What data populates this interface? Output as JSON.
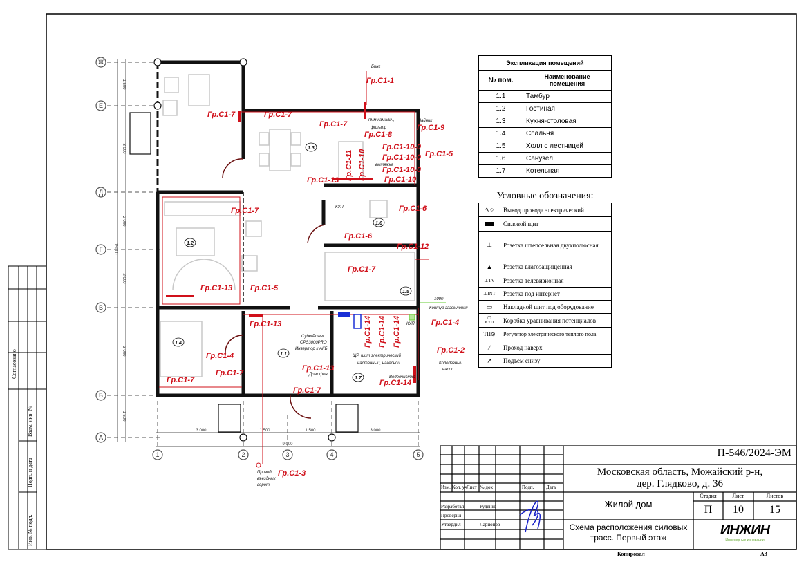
{
  "explication": {
    "title": "Экспликация помещений",
    "col_num": "№ пом.",
    "col_name": "Наименование помещения",
    "rows": [
      {
        "num": "1.1",
        "name": "Тамбур"
      },
      {
        "num": "1.2",
        "name": "Гостиная"
      },
      {
        "num": "1.3",
        "name": "Кухня-столовая"
      },
      {
        "num": "1.4",
        "name": "Спальня"
      },
      {
        "num": "1.5",
        "name": "Холл с лестницей"
      },
      {
        "num": "1.6",
        "name": "Санузел"
      },
      {
        "num": "1.7",
        "name": "Котельная"
      }
    ]
  },
  "legend": {
    "title": "Условные обозначения:",
    "items": [
      {
        "icon": "wire-outlet-icon",
        "label": "Вывод провода электрический"
      },
      {
        "icon": "power-panel-icon",
        "label": "Силовой щит"
      },
      {
        "icon": "double-socket-icon",
        "label": "Розетка штепсельная двухполюсная"
      },
      {
        "icon": "waterproof-socket-icon",
        "label": "Розетка влагозащищенная"
      },
      {
        "icon": "tv-socket-icon",
        "label": "Розетка телевизионная"
      },
      {
        "icon": "internet-socket-icon",
        "label": "Розетка под интернет"
      },
      {
        "icon": "surface-panel-icon",
        "label": "Накладной щит под оборудование"
      },
      {
        "icon": "equipotential-box-icon",
        "label": "Коробка уравнивания потенциалов"
      },
      {
        "icon": "floor-heating-regulator-icon",
        "label": "Регулятор электрического теплого пола"
      },
      {
        "icon": "pass-up-icon",
        "label": "Проход наверх"
      },
      {
        "icon": "rise-from-below-icon",
        "label": "Подъем снизу"
      }
    ],
    "kup_label": "КУП"
  },
  "plan": {
    "axes_letters": [
      "Ж",
      "Е",
      "Д",
      "Г",
      "В",
      "Б",
      "А"
    ],
    "axes_numbers": [
      "1",
      "2",
      "3",
      "4",
      "5"
    ],
    "dims_h": [
      "3 000",
      "1 500",
      "1 500",
      "3 000",
      "9 000"
    ],
    "dims_v": [
      "1 500",
      "3 000",
      "2 000",
      "2 000",
      "3 000",
      "1 500",
      "15000"
    ],
    "rooms": [
      "1.1",
      "1.2",
      "1.3",
      "1.4",
      "1.5",
      "1.6",
      "1.7"
    ],
    "circuits": [
      "Гр.С1-1",
      "Гр.С1-7",
      "Гр.С1-7",
      "Гр.С1-7",
      "Гр.С1-8",
      "Гр.С1-9",
      "Гр.С1-10-0",
      "Гр.С1-10-0",
      "Гр.С1-10-0",
      "Гр.С1-10",
      "Гр.С1-10",
      "Гр.С1-11",
      "Гр.С1-5",
      "Гр.С1-13",
      "Гр.С1-7",
      "Гр.С1-6",
      "Гр.С1-6",
      "Гр.С1-12",
      "Гр.С1-7",
      "Гр.С1-13",
      "Гр.С1-5",
      "Гр.С1-13",
      "Гр.С1-4",
      "Гр.С1-14",
      "Гр.С1-14",
      "Гр.С1-14",
      "Гр.С1-2",
      "Гр.С1-4",
      "Гр.С1-7",
      "Гр.С1-13",
      "Гр.С1-7",
      "Гр.С1-14",
      "Гр.С1-7",
      "Гр.С1-3"
    ],
    "notes": [
      "Бинг",
      "пмм камальч,",
      "фильтр",
      "Чайник",
      "вытяжка",
      "ЩР, щит электрический",
      "настенный, навесной",
      "CyberPower",
      "CPS3000PRO",
      "Инвертор к АКБ",
      "Колодезный",
      "насос",
      "Привод",
      "въездных",
      "ворот",
      "Домофон",
      "Водоочистка",
      "КУП",
      "КУП",
      "1000",
      "Контур заземления"
    ]
  },
  "title_block": {
    "code": "П-546/2024-ЭМ",
    "address_line1": "Московская область, Можайский р-н,",
    "address_line2": "дер. Глядково, д. 36",
    "object": "Жилой дом",
    "sheet_title_line1": "Схема расположения силовых",
    "sheet_title_line2": "трасс. Первый этаж",
    "stage_label": "Стадия",
    "sheet_label": "Лист",
    "sheets_label": "Листов",
    "stage": "П",
    "sheet": "10",
    "sheets": "15",
    "headers": [
      "Изм.",
      "Кол. уч",
      "Лист",
      "№ док",
      "Подп.",
      "Дата"
    ],
    "roles": [
      {
        "role": "Разработал",
        "name": "Руденко"
      },
      {
        "role": "Проверил",
        "name": ""
      },
      {
        "role": "Утвердил",
        "name": "Ларионов"
      }
    ],
    "logo_text": "ИНЖИН",
    "logo_sub": "Инженерные инновации",
    "copied": "Копировал",
    "format": "А3"
  },
  "side_stamp": {
    "agreed": "Согласовано",
    "cols": [
      "Взам. инв. №",
      "Подп. и дата",
      "Инв. № подл."
    ]
  },
  "colors": {
    "circuit": "#d0101a",
    "wall": "#111111",
    "furniture": "#c8c8c8",
    "panel": "#1a2fd6",
    "ground": "#66cc33",
    "signature": "#1a23c8"
  }
}
